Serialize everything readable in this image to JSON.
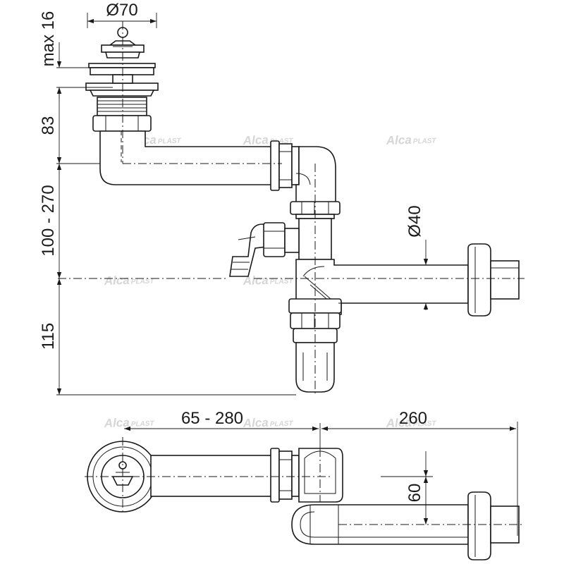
{
  "dimensions": {
    "diameter_top": "Ø70",
    "max_height": "max 16",
    "height_83": "83",
    "range_100_270": "100 - 270",
    "height_115": "115",
    "diameter_outlet": "Ø40",
    "range_65_280": "65 - 280",
    "length_260": "260",
    "offset_60": "60"
  },
  "watermark": {
    "brand": "Alca",
    "suffix": "PLAST"
  }
}
